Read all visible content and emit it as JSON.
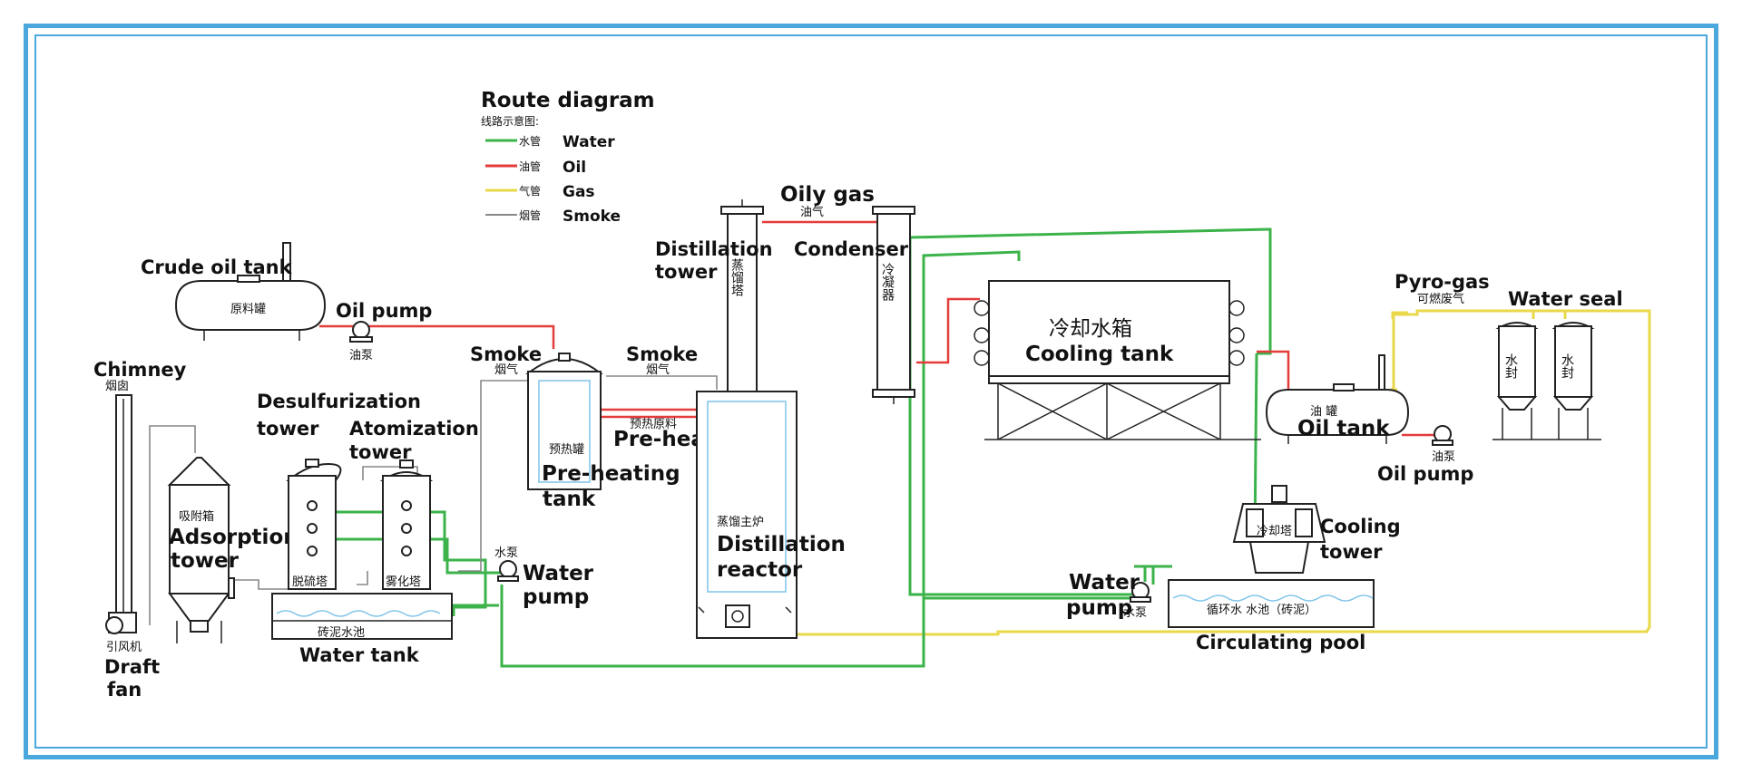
{
  "legend": {
    "title": "Route diagram",
    "title_cn": "线路示意图:",
    "items": [
      {
        "cn": "水管",
        "en": "Water",
        "color": "#3bb34a"
      },
      {
        "cn": "油管",
        "en": "Oil",
        "color": "#e43b3b"
      },
      {
        "cn": "气管",
        "en": "Gas",
        "color": "#e8d84a"
      },
      {
        "cn": "烟管",
        "en": "Smoke",
        "color": "#888888"
      }
    ]
  },
  "labels": {
    "crude_oil_tank": "Crude oil tank",
    "crude_oil_tank_cn": "原料罐",
    "oil_pump_1": "Oil pump",
    "oil_pump_1_cn": "油泵",
    "chimney": "Chimney",
    "chimney_cn": "烟囱",
    "desulfurization_1": "Desulfurization",
    "desulfurization_2": "tower",
    "atomization_1": "Atomization",
    "atomization_2": "tower",
    "adsorption_cn": "吸附箱",
    "adsorption_1": "Adsorption",
    "adsorption_2": "tower",
    "desulf_cn": "脱硫塔",
    "atom_cn": "雾化塔",
    "water_tank_cn": "砖泥水池",
    "water_tank": "Water tank",
    "draft_fan_cn": "引风机",
    "draft_fan_1": "Draft",
    "draft_fan_2": "fan",
    "smoke_1": "Smoke",
    "smoke_1_cn": "烟气",
    "smoke_2": "Smoke",
    "smoke_2_cn": "烟气",
    "preheat_cn": "预热罐",
    "preheating_1": "Pre-heating",
    "preheating_2": "tank",
    "preheated_oil_cn": "预热原料",
    "preheated_oil": "Pre-heated oil",
    "water_pump_1_cn": "水泵",
    "water_pump_1a": "Water",
    "water_pump_1b": "pump",
    "distillation_tower_1": "Distillation",
    "distillation_tower_2": "tower",
    "distillation_tower_cn": "蒸馏塔",
    "oily_gas": "Oily gas",
    "oily_gas_cn": "油气",
    "condenser": "Condenser",
    "condenser_cn": "冷凝器",
    "reactor_cn": "蒸馏主炉",
    "reactor_1": "Distillation",
    "reactor_2": "reactor",
    "cooling_tank_cn": "冷却水箱",
    "cooling_tank": "Cooling tank",
    "oil_tank_cn": "油  罐",
    "oil_tank": "Oil tank",
    "pyro_gas": "Pyro-gas",
    "pyro_gas_cn": "可燃废气",
    "water_seal": "Water seal",
    "water_seal_cn": "水封",
    "oil_pump_2_cn": "油泵",
    "oil_pump_2": "Oil pump",
    "cooling_tower_cn": "冷却塔",
    "cooling_tower_1": "Cooling",
    "cooling_tower_2": "tower",
    "water_pump_2a": "Water",
    "water_pump_2b": "pump",
    "water_pump_2_cn": "水泵",
    "pool_cn": "循环水 水池（砖泥）",
    "pool": "Circulating pool"
  }
}
